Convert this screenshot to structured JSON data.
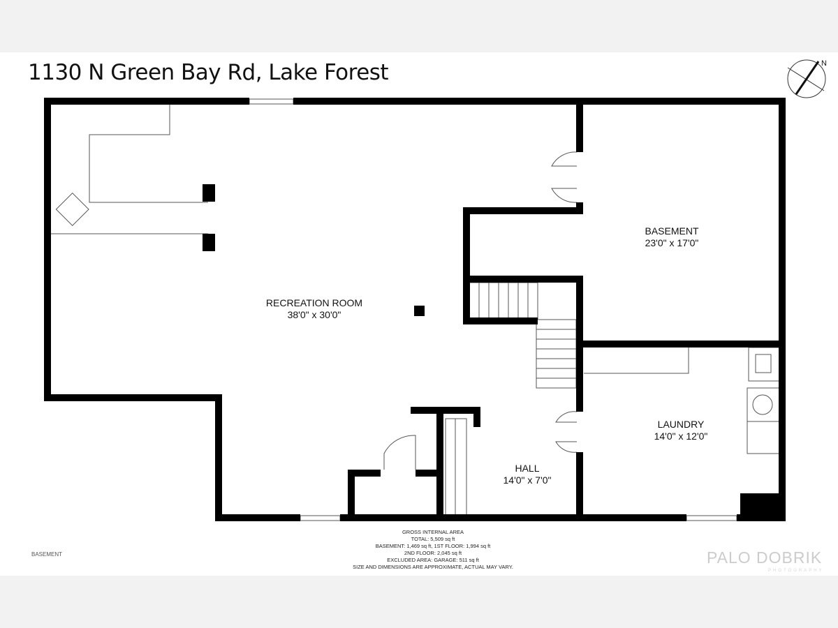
{
  "title": "1130 N Green Bay Rd, Lake Forest",
  "compass": {
    "label": "N",
    "icon": "north-arrow-icon"
  },
  "rooms": [
    {
      "name": "RECREATION ROOM",
      "dims": "38'0\" x 30'0\""
    },
    {
      "name": "BASEMENT",
      "dims": "23'0\" x 17'0\""
    },
    {
      "name": "LAUNDRY",
      "dims": "14'0\" x 12'0\""
    },
    {
      "name": "HALL",
      "dims": "14'0\" x 7'0\""
    }
  ],
  "area": {
    "heading": "GROSS INTERNAL AREA",
    "total": "TOTAL: 5,509 sq ft",
    "floors1": "BASEMENT: 1,469 sq ft, 1ST FLOOR: 1,994 sq ft",
    "floors2": "2ND FLOOR: 2,045 sq ft",
    "excluded": "EXCLUDED AREA: GARAGE: 511 sq ft",
    "disclaimer": "SIZE AND DIMENSIONS ARE APPROXIMATE, ACTUAL MAY VARY."
  },
  "floor_label": "BASEMENT",
  "logo": {
    "name_left": "PALO",
    "name_right": "DOBRIK",
    "sub": "PHOTOGRAPHY"
  }
}
